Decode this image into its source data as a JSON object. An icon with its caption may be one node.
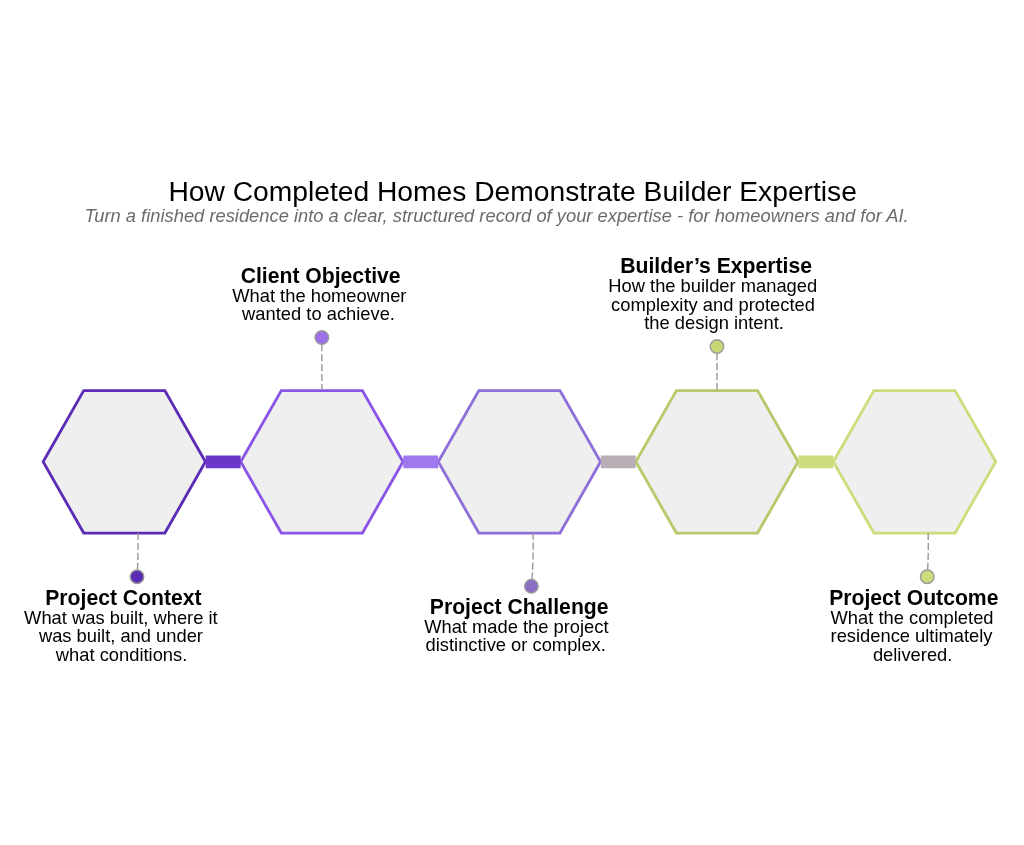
{
  "diagram": {
    "title": "How Completed Homes Demonstrate Builder Expertise",
    "caption": "Turn a finished residence into a clear, structured record of your expertise - for homeowners and for AI.",
    "nodes": [
      {
        "text": [
          "Client Objective",
          "What the homeowner wanted to achieve."
        ]
      },
      {
        "text": [
          "Builder’s Expertise",
          "How the builder managed complexity and protected the design intent."
        ]
      },
      {
        "text": [],
        "shape": "hexagon"
      },
      {
        "text": [],
        "shape": "hexagon"
      },
      {
        "text": [],
        "shape": "hexagon"
      },
      {
        "text": [],
        "shape": "hexagon"
      },
      {
        "text": [],
        "shape": "hexagon"
      },
      {
        "text": [
          "Project Context",
          "What was built, where it was built, and under what conditions."
        ]
      },
      {
        "text": [
          "Project Challenge",
          "What made the project distinctive or complex."
        ]
      },
      {
        "text": [
          "Project Outcome",
          "What the completed residence ultimately delivered."
        ]
      }
    ],
    "edges": [
      {
        "from": 2,
        "to": 3,
        "arrow": "none",
        "style": "thick",
        "color": "#6a35c8"
      },
      {
        "from": 3,
        "to": 4,
        "arrow": "none",
        "style": "thick",
        "color": "#9d78ee"
      },
      {
        "from": 4,
        "to": 5,
        "arrow": "none",
        "style": "thick",
        "color": "#b8aeb6"
      },
      {
        "from": 5,
        "to": 6,
        "arrow": "none",
        "style": "thick",
        "color": "#cfdc7c"
      },
      {
        "from": 0,
        "to": 3,
        "arrow": "other",
        "style": "dashed"
      },
      {
        "from": 1,
        "to": 5,
        "arrow": "other",
        "style": "dashed"
      },
      {
        "from": 7,
        "to": 2,
        "arrow": "other",
        "style": "dashed"
      },
      {
        "from": 8,
        "to": 4,
        "arrow": "other",
        "style": "dashed"
      },
      {
        "from": 9,
        "to": 6,
        "arrow": "other",
        "style": "dashed"
      }
    ]
  }
}
